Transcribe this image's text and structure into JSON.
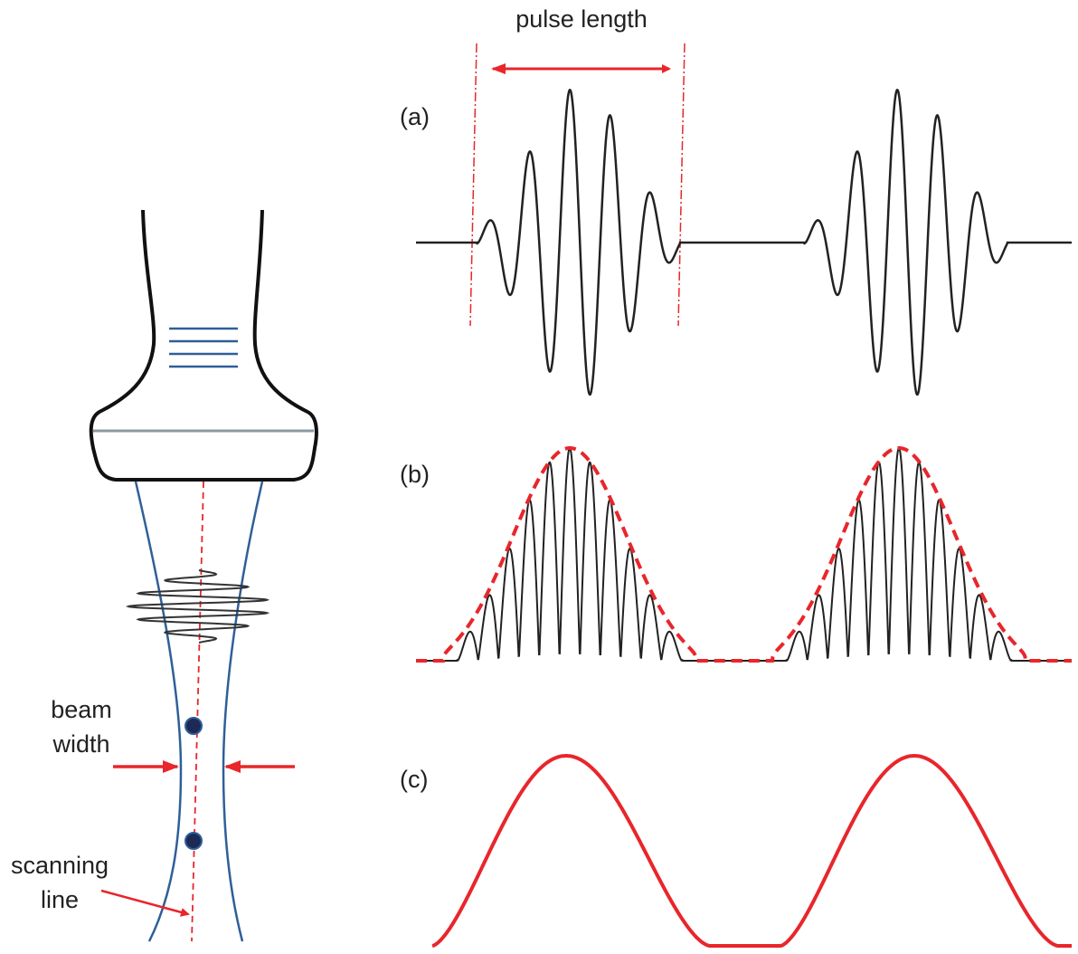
{
  "labels": {
    "pulse_length": "pulse length",
    "panel_a": "(a)",
    "panel_b": "(b)",
    "panel_c": "(c)",
    "beam_width_1": "beam",
    "beam_width_2": "width",
    "scanning_line_1": "scanning",
    "scanning_line_2": "line"
  },
  "colors": {
    "red": "#e8262b",
    "black": "#1a1a1a",
    "blue": "#2f5f99",
    "gray": "#8a9aa0"
  }
}
